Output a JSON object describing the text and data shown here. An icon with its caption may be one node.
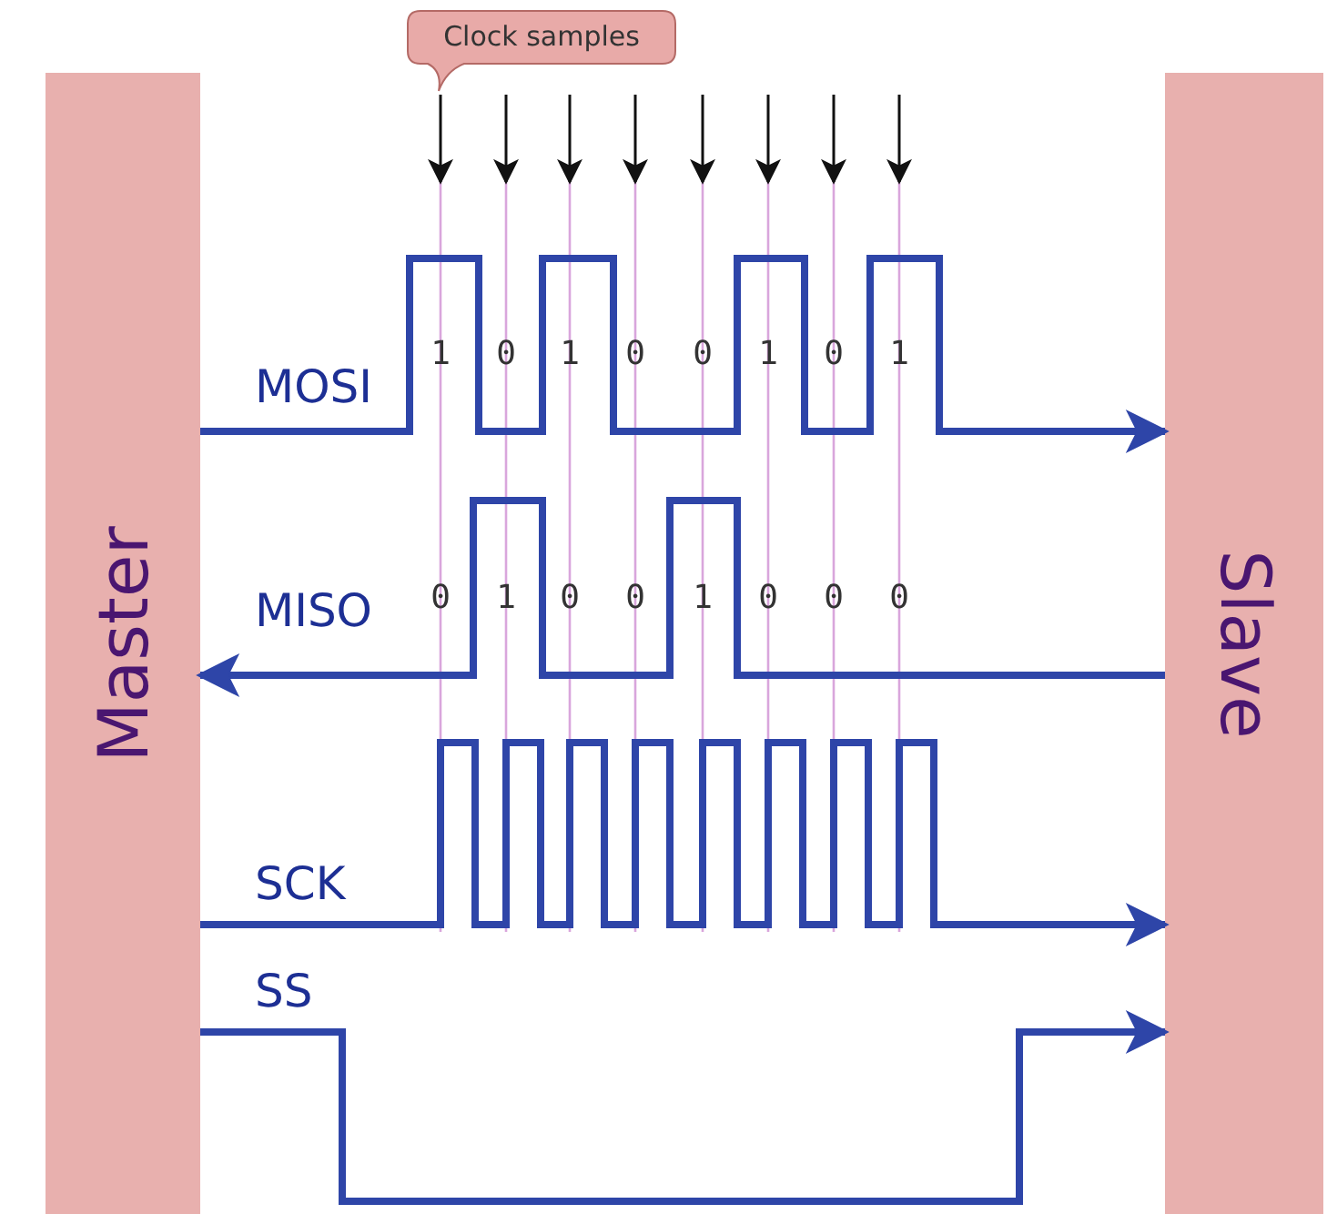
{
  "diagram": {
    "nodes": [
      {
        "text": [
          "Clock samples"
        ]
      },
      {
        "text": [
          "Master"
        ]
      },
      {
        "text": [
          "Slave"
        ]
      }
    ],
    "edges": [
      {
        "from": 1,
        "to": 2,
        "arrow": "to",
        "label": "MOSI"
      },
      {
        "from": 2,
        "to": 1,
        "arrow": "to",
        "label": "MISO"
      },
      {
        "from": 1,
        "to": 2,
        "arrow": "to",
        "label": "SCK"
      },
      {
        "from": 1,
        "to": 2,
        "arrow": "to",
        "label": "SS"
      }
    ],
    "labels": [
      "1",
      "0",
      "1",
      "0",
      "0",
      "1",
      "0",
      "1",
      "0",
      "1",
      "0",
      "0",
      "1",
      "0",
      "0",
      "0"
    ]
  }
}
